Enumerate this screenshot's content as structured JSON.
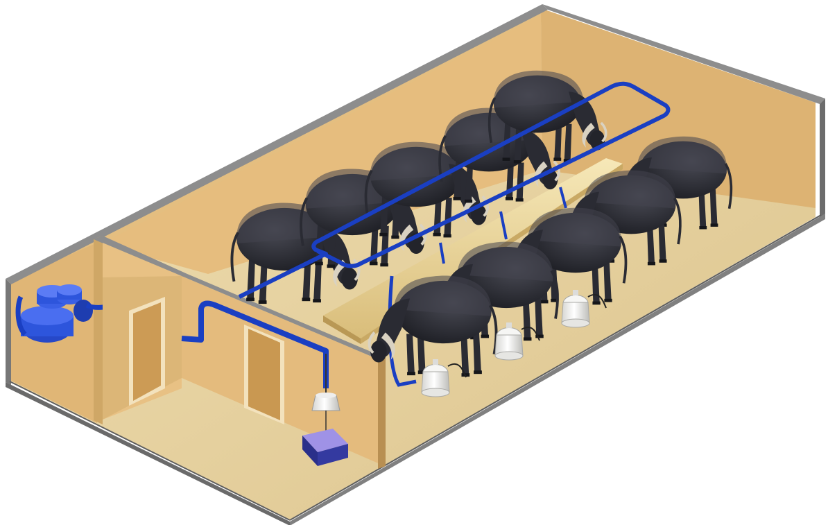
{
  "scene": {
    "subject": "milking-parlour-cutaway",
    "colors": {
      "background": "#ffffff",
      "floor": "#e9d6a6",
      "floor_shade": "#dcc38c",
      "wall_inner": "#e2b978",
      "wall_inner_light": "#ecca8e",
      "wall_top": "#8a8a8a",
      "wall_edge": "#5e5e5e",
      "door": "#d4a460",
      "door_frame": "#f3e2bd",
      "trough": "#f1dfa6",
      "trough_edge": "#c9a964",
      "pipeline": "#1a3fc2",
      "pipeline_dark": "#0d2891",
      "animal": "#2a2b33",
      "animal_light": "#43444e",
      "horn": "#d9d2c2",
      "milk_can": "#f2f2f0",
      "milk_can_shade": "#c9c9c6",
      "vacuum_pump": "#2b52d8",
      "receiving_tank": "#2a2f8a"
    },
    "buffalo_count": 10,
    "milk_can_count": 3,
    "labels": []
  }
}
